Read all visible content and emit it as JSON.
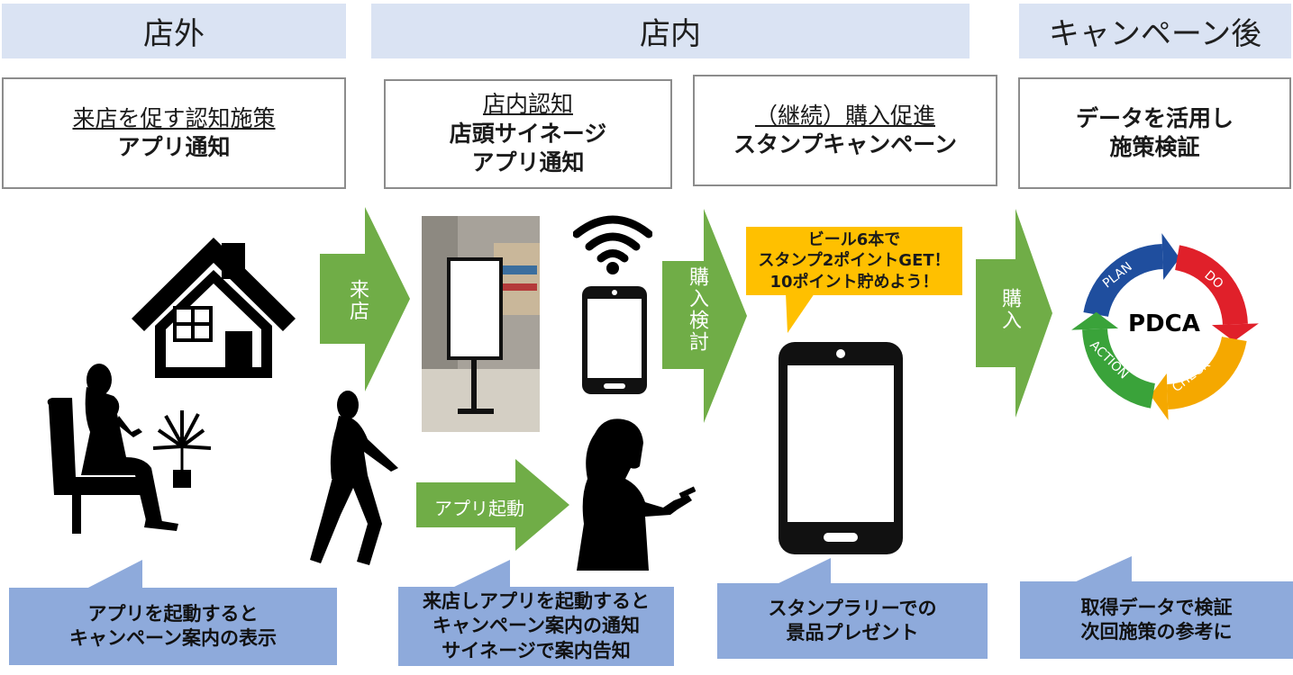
{
  "headers": {
    "outside": "店外",
    "inside": "店内",
    "after": "キャンペーン後"
  },
  "boxes": {
    "b1_line1": "来店を促す認知施策",
    "b1_line2": "アプリ通知",
    "b2_line1": "店内認知",
    "b2_line2": "店頭サイネージ",
    "b2_line3": "アプリ通知",
    "b3_line1": "（継続）購入促進",
    "b3_line2": "スタンプキャンペーン",
    "b4_line1": "データを活用し",
    "b4_line2": "施策検証"
  },
  "arrows": {
    "visit": "来店",
    "consider": "購入検討",
    "purchase": "購入",
    "app_launch": "アプリ起動"
  },
  "bubble": {
    "line1": "ビール6本で",
    "line2": "スタンプ2ポイントGET！",
    "line3": "10ポイント貯めよう！"
  },
  "pdca": {
    "center": "PDCA",
    "plan": "PLAN",
    "do": "DO",
    "check": "CHECK",
    "action": "ACTION",
    "colors": {
      "plan": "#1f4e9e",
      "do": "#e0202a",
      "check": "#f5a800",
      "action": "#3aa33a"
    }
  },
  "callouts": {
    "c1_line1": "アプリを起動すると",
    "c1_line2": "キャンペーン案内の表示",
    "c2_line1": "来店しアプリを起動すると",
    "c2_line2": "キャンペーン案内の通知",
    "c2_line3": "サイネージで案内告知",
    "c3_line1": "スタンプラリーでの",
    "c3_line2": "景品プレゼント",
    "c4_line1": "取得データで検証",
    "c4_line2": "次回施策の参考に"
  },
  "colors": {
    "header_bg": "#dae3f3",
    "arrow_green": "#70ad47",
    "callout_blue": "#8eaadb",
    "bubble_yellow": "#ffc000"
  }
}
